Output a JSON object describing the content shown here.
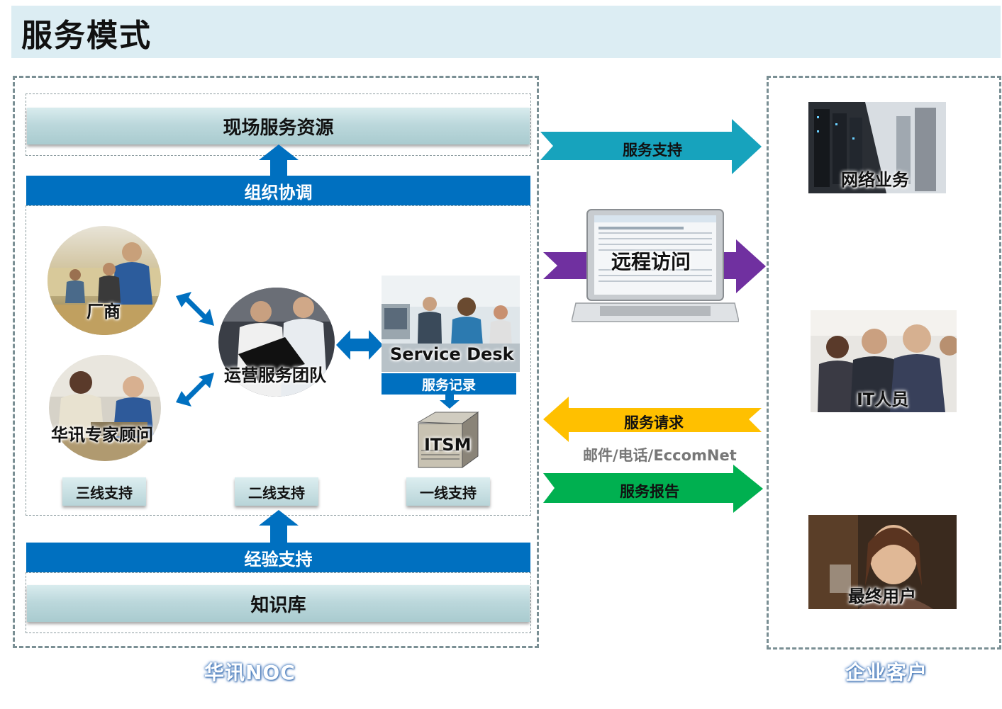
{
  "title": "服务模式",
  "noc": {
    "footer": "华讯NOC",
    "onsite_resources": "现场服务资源",
    "org_coordination": "组织协调",
    "experience_support": "经验支持",
    "knowledge_base": "知识库",
    "vendor": "厂商",
    "expert": "华讯专家顾问",
    "ops_team": "运营服务团队",
    "service_desk": "Service Desk",
    "service_record": "服务记录",
    "itsm": "ITSM",
    "tiers": [
      "三线支持",
      "二线支持",
      "一线支持"
    ]
  },
  "links": {
    "service_support": "服务支持",
    "remote_access": "远程访问",
    "service_request": "服务请求",
    "channels": "邮件/电话/EccomNet",
    "service_report": "服务报告"
  },
  "customer": {
    "footer": "企业客户",
    "network": "网络业务",
    "it_staff": "IT人员",
    "end_user": "最终用户"
  },
  "colors": {
    "blue": "#0070c0",
    "teal": "#17a3bd",
    "purple": "#7030a0",
    "yellow": "#ffc000",
    "green": "#00b050"
  }
}
